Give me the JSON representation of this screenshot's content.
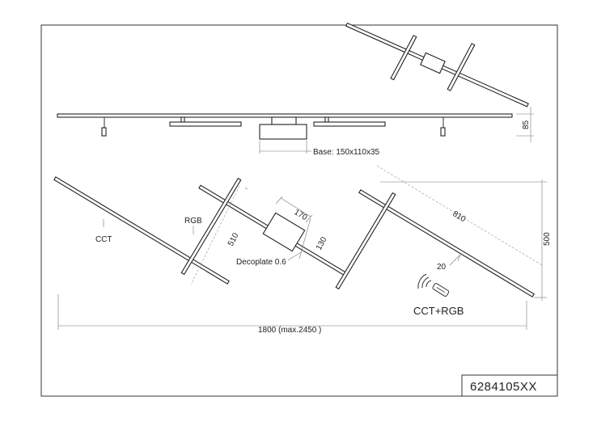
{
  "labels": {
    "base": "Base: 150x110x35",
    "height": "85",
    "rgb": "RGB",
    "cct": "CCT",
    "dim_510": "510",
    "dim_170": "170",
    "dim_130": "130",
    "decoplate": "Decoplate 0.6",
    "dim_810": "810",
    "dim_20": "20",
    "dim_500": "500",
    "remote": "CCT+RGB",
    "width": "1800 (max.2450 )",
    "part_number": "6284105XX"
  },
  "icons": {
    "remote": "remote-control-icon",
    "signal": "wireless-signal-icon"
  }
}
